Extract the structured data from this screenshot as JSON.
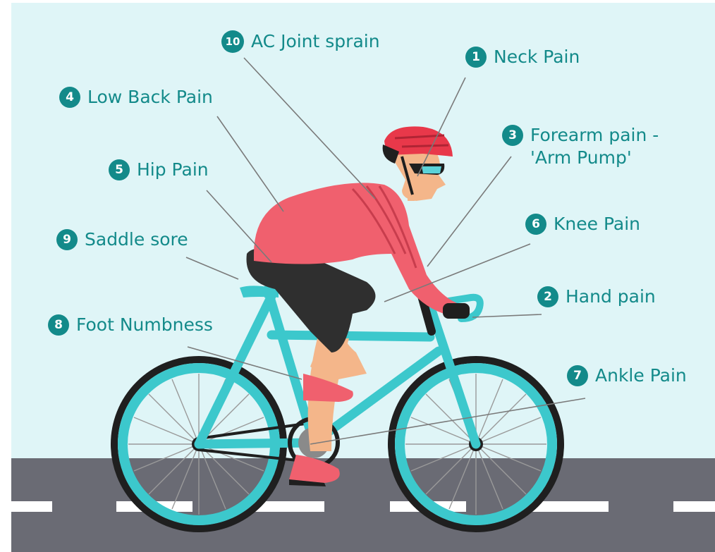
{
  "colors": {
    "sky": "#dff5f7",
    "road": "#6a6b74",
    "teal": "#138a8a",
    "frame": "#3cc8cc",
    "jersey": "#f0606e",
    "shorts": "#2f2f2f",
    "skin": "#f4b68a",
    "line": "#7a7a7a"
  },
  "callouts": [
    {
      "id": "ac-joint",
      "number": "10",
      "text": "AC Joint sprain"
    },
    {
      "id": "neck",
      "number": "1",
      "text": "Neck Pain"
    },
    {
      "id": "low-back",
      "number": "4",
      "text": "Low Back Pain"
    },
    {
      "id": "forearm",
      "number": "3",
      "text": "Forearm pain -",
      "text2": "'Arm Pump'"
    },
    {
      "id": "hip",
      "number": "5",
      "text": "Hip Pain"
    },
    {
      "id": "knee",
      "number": "6",
      "text": "Knee Pain"
    },
    {
      "id": "saddle",
      "number": "9",
      "text": "Saddle sore"
    },
    {
      "id": "hand",
      "number": "2",
      "text": "Hand pain"
    },
    {
      "id": "foot",
      "number": "8",
      "text": "Foot Numbness"
    },
    {
      "id": "ankle",
      "number": "7",
      "text": "Ankle Pain"
    }
  ]
}
